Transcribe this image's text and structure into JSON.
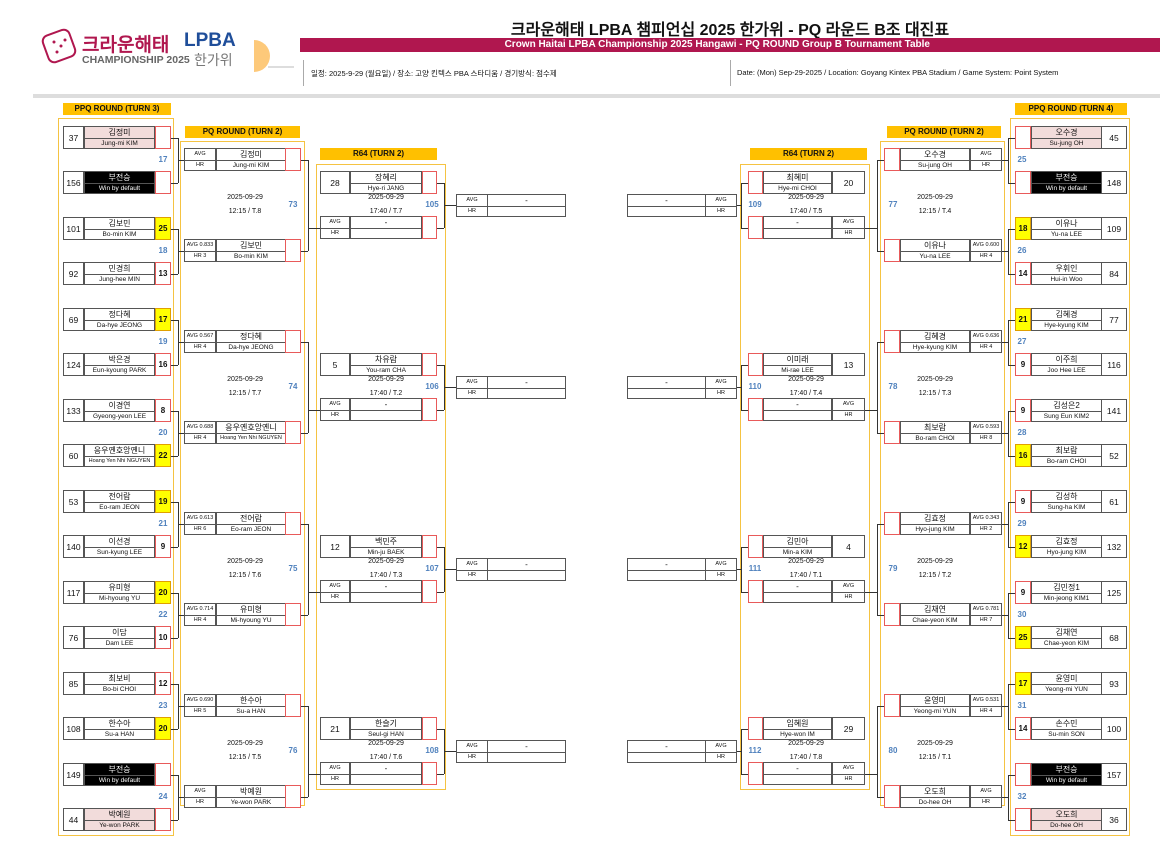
{
  "header": {
    "logo": {
      "korean": "크라운해태",
      "brand": "LPBA",
      "sub": "CHAMPIONSHIP 2025",
      "hangawi": "한가위"
    },
    "title": "크라운해태 LPBA 챔피언십 2025 한가위 - PQ 라운드 B조 대진표",
    "subtitle": "Crown Haitai LPBA Championship 2025 Hangawi - PQ ROUND Group B Tournament Table",
    "info_kr": "일정: 2025-9-29 (월요일) / 장소: 고양 킨텍스 PBA 스타디움 / 경기방식: 점수제",
    "info_en": "Date: (Mon) Sep-29-2025 / Location: Goyang Kintex PBA Stadium / Game System: Point System"
  },
  "colors": {
    "accent": "#B0174F",
    "round_header": "#FFC000",
    "winner": "#FFFF00",
    "match_number": "#4F81BD",
    "pink": "#F2DCDB"
  },
  "labels": {
    "ppq_left": "PPQ ROUND (TURN 3)",
    "ppq_right": "PPQ ROUND (TURN 4)",
    "pq": "PQ ROUND (TURN 2)",
    "r64": "R64 (TURN 2)"
  },
  "left": {
    "ppq": [
      {
        "num": "17",
        "players": [
          {
            "seed": "37",
            "kr": "김정미",
            "en": "Jung-mi KIM",
            "score": "",
            "style": "pink"
          },
          {
            "seed": "156",
            "kr": "부전승",
            "en": "Win by default",
            "score": "",
            "style": "bye"
          }
        ]
      },
      {
        "num": "18",
        "players": [
          {
            "seed": "101",
            "kr": "김보민",
            "en": "Bo-min KIM",
            "score": "25",
            "winner": true
          },
          {
            "seed": "92",
            "kr": "민경희",
            "en": "Jung-hee MIN",
            "score": "13"
          }
        ]
      },
      {
        "num": "19",
        "players": [
          {
            "seed": "69",
            "kr": "정다혜",
            "en": "Da-hye JEONG",
            "score": "17",
            "winner": true
          },
          {
            "seed": "124",
            "kr": "박은경",
            "en": "Eun-kyoung PARK",
            "score": "16"
          }
        ]
      },
      {
        "num": "20",
        "players": [
          {
            "seed": "133",
            "kr": "이경연",
            "en": "Gyeong-yeon LEE",
            "score": "8"
          },
          {
            "seed": "60",
            "kr": "응우옌호앙옌니",
            "en": "Hoang Yen Nhi NGUYEN",
            "score": "22",
            "winner": true
          }
        ]
      },
      {
        "num": "21",
        "players": [
          {
            "seed": "53",
            "kr": "전어람",
            "en": "Eo-ram JEON",
            "score": "19",
            "winner": true
          },
          {
            "seed": "140",
            "kr": "이선경",
            "en": "Sun-kyung LEE",
            "score": "9"
          }
        ]
      },
      {
        "num": "22",
        "players": [
          {
            "seed": "117",
            "kr": "유미형",
            "en": "Mi-hyoung YU",
            "score": "20",
            "winner": true
          },
          {
            "seed": "76",
            "kr": "이담",
            "en": "Dam LEE",
            "score": "10"
          }
        ]
      },
      {
        "num": "23",
        "players": [
          {
            "seed": "85",
            "kr": "최보비",
            "en": "Bo-bi CHOI",
            "score": "12"
          },
          {
            "seed": "108",
            "kr": "한수아",
            "en": "Su-a HAN",
            "score": "20",
            "winner": true
          }
        ]
      },
      {
        "num": "24",
        "players": [
          {
            "seed": "149",
            "kr": "부전승",
            "en": "Win by default",
            "score": "",
            "style": "bye"
          },
          {
            "seed": "44",
            "kr": "박예원",
            "en": "Ye-won PARK",
            "score": "",
            "style": "pink"
          }
        ]
      }
    ],
    "pq": [
      {
        "num": "73",
        "date": "2025-09-29",
        "time": "12:15 / T.8",
        "players": [
          {
            "avg": "AVG",
            "hr": "HR",
            "kr": "김정미",
            "en": "Jung-mi KIM",
            "score": ""
          },
          {
            "avg": "AVG 0.833",
            "hr": "HR 3",
            "kr": "김보민",
            "en": "Bo-min KIM",
            "score": ""
          }
        ]
      },
      {
        "num": "74",
        "date": "2025-09-29",
        "time": "12:15 / T.7",
        "players": [
          {
            "avg": "AVG 0.567",
            "hr": "HR 4",
            "kr": "정다혜",
            "en": "Da-hye JEONG",
            "score": ""
          },
          {
            "avg": "AVG 0.688",
            "hr": "HR 4",
            "kr": "응우옌호앙옌니",
            "en": "Hoang Yen Nhi NGUYEN",
            "score": ""
          }
        ]
      },
      {
        "num": "75",
        "date": "2025-09-29",
        "time": "12:15 / T.6",
        "players": [
          {
            "avg": "AVG 0.613",
            "hr": "HR 6",
            "kr": "전어람",
            "en": "Eo-ram JEON",
            "score": ""
          },
          {
            "avg": "AVG 0.714",
            "hr": "HR 4",
            "kr": "유미형",
            "en": "Mi-hyoung YU",
            "score": ""
          }
        ]
      },
      {
        "num": "76",
        "date": "2025-09-29",
        "time": "12:15 / T.5",
        "players": [
          {
            "avg": "AVG 0.690",
            "hr": "HR 5",
            "kr": "한수아",
            "en": "Su-a HAN",
            "score": ""
          },
          {
            "avg": "AVG",
            "hr": "HR",
            "kr": "박예원",
            "en": "Ye-won PARK",
            "score": ""
          }
        ]
      }
    ],
    "r64": [
      {
        "num": "105",
        "date": "2025-09-29",
        "time": "17:40 / T.7",
        "top": {
          "seed": "28",
          "kr": "장혜리",
          "en": "Hye-ri JANG",
          "score": ""
        },
        "bottom": {
          "avg": "AVG",
          "hr": "HR",
          "kr": "-",
          "en": "",
          "score": ""
        }
      },
      {
        "num": "106",
        "date": "2025-09-29",
        "time": "17:40 / T.2",
        "top": {
          "seed": "5",
          "kr": "차유람",
          "en": "You-ram CHA",
          "score": ""
        },
        "bottom": {
          "avg": "AVG",
          "hr": "HR",
          "kr": "-",
          "en": "",
          "score": ""
        }
      },
      {
        "num": "107",
        "date": "2025-09-29",
        "time": "17:40 / T.3",
        "top": {
          "seed": "12",
          "kr": "백민주",
          "en": "Min-ju BAEK",
          "score": ""
        },
        "bottom": {
          "avg": "AVG",
          "hr": "HR",
          "kr": "-",
          "en": "",
          "score": ""
        }
      },
      {
        "num": "108",
        "date": "2025-09-29",
        "time": "17:40 / T.6",
        "top": {
          "seed": "21",
          "kr": "한슬기",
          "en": "Seul-gi HAN",
          "score": ""
        },
        "bottom": {
          "avg": "AVG",
          "hr": "HR",
          "kr": "-",
          "en": "",
          "score": ""
        }
      }
    ],
    "next": [
      {
        "avg": "AVG",
        "hr": "HR",
        "value": "-"
      },
      {
        "avg": "AVG",
        "hr": "HR",
        "value": "-"
      },
      {
        "avg": "AVG",
        "hr": "HR",
        "value": "-"
      },
      {
        "avg": "AVG",
        "hr": "HR",
        "value": "-"
      }
    ]
  },
  "right": {
    "ppq": [
      {
        "num": "25",
        "players": [
          {
            "seed": "45",
            "kr": "오수경",
            "en": "Su-jung OH",
            "score": "",
            "style": "pink"
          },
          {
            "seed": "148",
            "kr": "부전승",
            "en": "Win by default",
            "score": "",
            "style": "bye"
          }
        ]
      },
      {
        "num": "26",
        "players": [
          {
            "seed": "109",
            "kr": "이유나",
            "en": "Yu-na LEE",
            "score": "18",
            "winner": true
          },
          {
            "seed": "84",
            "kr": "우휘인",
            "en": "Hui-in Woo",
            "score": "14"
          }
        ]
      },
      {
        "num": "27",
        "players": [
          {
            "seed": "77",
            "kr": "김혜경",
            "en": "Hye-kyung KIM",
            "score": "21",
            "winner": true
          },
          {
            "seed": "116",
            "kr": "이주희",
            "en": "Joo Hee LEE",
            "score": "9"
          }
        ]
      },
      {
        "num": "28",
        "players": [
          {
            "seed": "141",
            "kr": "김성은2",
            "en": "Sung Eun KIM2",
            "score": "9"
          },
          {
            "seed": "52",
            "kr": "최보람",
            "en": "Bo-ram CHOI",
            "score": "16",
            "winner": true
          }
        ]
      },
      {
        "num": "29",
        "players": [
          {
            "seed": "61",
            "kr": "김성하",
            "en": "Sung-ha KIM",
            "score": "9"
          },
          {
            "seed": "132",
            "kr": "김효정",
            "en": "Hyo-jung KIM",
            "score": "12",
            "winner": true
          }
        ]
      },
      {
        "num": "30",
        "players": [
          {
            "seed": "125",
            "kr": "김민정1",
            "en": "Min-jeong KIM1",
            "score": "9"
          },
          {
            "seed": "68",
            "kr": "김채연",
            "en": "Chae-yeon KIM",
            "score": "25",
            "winner": true
          }
        ]
      },
      {
        "num": "31",
        "players": [
          {
            "seed": "93",
            "kr": "윤영미",
            "en": "Yeong-mi YUN",
            "score": "17",
            "winner": true
          },
          {
            "seed": "100",
            "kr": "손수민",
            "en": "Su-min SON",
            "score": "14"
          }
        ]
      },
      {
        "num": "32",
        "players": [
          {
            "seed": "157",
            "kr": "부전승",
            "en": "Win by default",
            "score": "",
            "style": "bye"
          },
          {
            "seed": "36",
            "kr": "오도희",
            "en": "Do-hee OH",
            "score": "",
            "style": "pink"
          }
        ]
      }
    ],
    "pq": [
      {
        "num": "77",
        "date": "2025-09-29",
        "time": "12:15 / T.4",
        "players": [
          {
            "avg": "AVG",
            "hr": "HR",
            "kr": "오수경",
            "en": "Su-jung OH",
            "score": ""
          },
          {
            "avg": "AVG 0.600",
            "hr": "HR 4",
            "kr": "이유나",
            "en": "Yu-na LEE",
            "score": ""
          }
        ]
      },
      {
        "num": "78",
        "date": "2025-09-29",
        "time": "12:15 / T.3",
        "players": [
          {
            "avg": "AVG 0.636",
            "hr": "HR 4",
            "kr": "김혜경",
            "en": "Hye-kyung KIM",
            "score": ""
          },
          {
            "avg": "AVG 0.593",
            "hr": "HR 8",
            "kr": "최보람",
            "en": "Bo-ram CHOI",
            "score": ""
          }
        ]
      },
      {
        "num": "79",
        "date": "2025-09-29",
        "time": "12:15 / T.2",
        "players": [
          {
            "avg": "AVG 0.343",
            "hr": "HR 2",
            "kr": "김효정",
            "en": "Hyo-jung KIM",
            "score": ""
          },
          {
            "avg": "AVG 0.781",
            "hr": "HR 7",
            "kr": "김채연",
            "en": "Chae-yeon KIM",
            "score": ""
          }
        ]
      },
      {
        "num": "80",
        "date": "2025-09-29",
        "time": "12:15 / T.1",
        "players": [
          {
            "avg": "AVG 0.531",
            "hr": "HR 4",
            "kr": "윤영미",
            "en": "Yeong-mi YUN",
            "score": ""
          },
          {
            "avg": "AVG",
            "hr": "HR",
            "kr": "오도희",
            "en": "Do-hee OH",
            "score": ""
          }
        ]
      }
    ],
    "r64": [
      {
        "num": "109",
        "date": "2025-09-29",
        "time": "17:40 / T.5",
        "top": {
          "seed": "20",
          "kr": "최혜미",
          "en": "Hye-mi CHOI",
          "score": ""
        },
        "bottom": {
          "avg": "AVG",
          "hr": "HR",
          "kr": "-",
          "en": "",
          "score": ""
        }
      },
      {
        "num": "110",
        "date": "2025-09-29",
        "time": "17:40 / T.4",
        "top": {
          "seed": "13",
          "kr": "이미래",
          "en": "Mi-rae LEE",
          "score": ""
        },
        "bottom": {
          "avg": "AVG",
          "hr": "HR",
          "kr": "-",
          "en": "",
          "score": ""
        }
      },
      {
        "num": "111",
        "date": "2025-09-29",
        "time": "17:40 / T.1",
        "top": {
          "seed": "4",
          "kr": "김민아",
          "en": "Min-a KIM",
          "score": ""
        },
        "bottom": {
          "avg": "AVG",
          "hr": "HR",
          "kr": "-",
          "en": "",
          "score": ""
        }
      },
      {
        "num": "112",
        "date": "2025-09-29",
        "time": "17:40 / T.8",
        "top": {
          "seed": "29",
          "kr": "임혜원",
          "en": "Hye-won IM",
          "score": ""
        },
        "bottom": {
          "avg": "AVG",
          "hr": "HR",
          "kr": "-",
          "en": "",
          "score": ""
        }
      }
    ],
    "next": [
      {
        "avg": "AVG",
        "hr": "HR",
        "value": "-"
      },
      {
        "avg": "AVG",
        "hr": "HR",
        "value": "-"
      },
      {
        "avg": "AVG",
        "hr": "HR",
        "value": "-"
      },
      {
        "avg": "AVG",
        "hr": "HR",
        "value": "-"
      }
    ]
  }
}
